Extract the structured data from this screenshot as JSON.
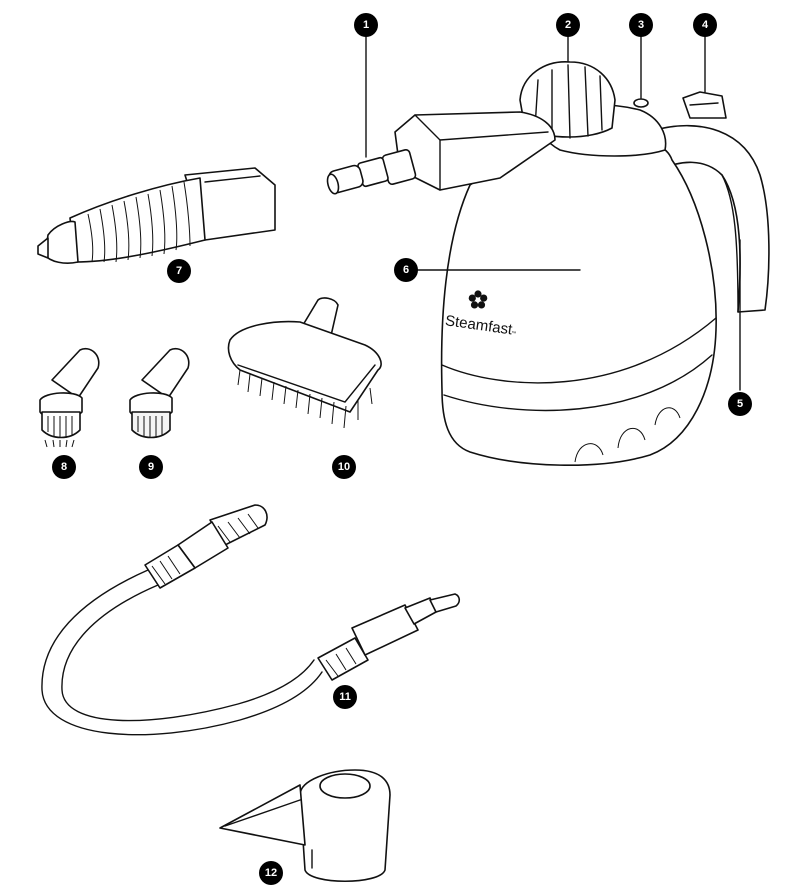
{
  "brand": {
    "name": "Steamfast",
    "trademark": "™",
    "logo_icon": "flower-icon"
  },
  "callouts": [
    {
      "id": "callout-1",
      "label": "1"
    },
    {
      "id": "callout-2",
      "label": "2"
    },
    {
      "id": "callout-3",
      "label": "3"
    },
    {
      "id": "callout-4",
      "label": "4"
    },
    {
      "id": "callout-5",
      "label": "5"
    },
    {
      "id": "callout-6",
      "label": "6"
    },
    {
      "id": "callout-7",
      "label": "7"
    },
    {
      "id": "callout-8",
      "label": "8"
    },
    {
      "id": "callout-9",
      "label": "9"
    },
    {
      "id": "callout-10",
      "label": "10"
    },
    {
      "id": "callout-11",
      "label": "11"
    },
    {
      "id": "callout-12",
      "label": "12"
    }
  ],
  "colors": {
    "badge": "#000000",
    "badge_text": "#ffffff",
    "outline": "#111111",
    "fill": "#ffffff"
  }
}
